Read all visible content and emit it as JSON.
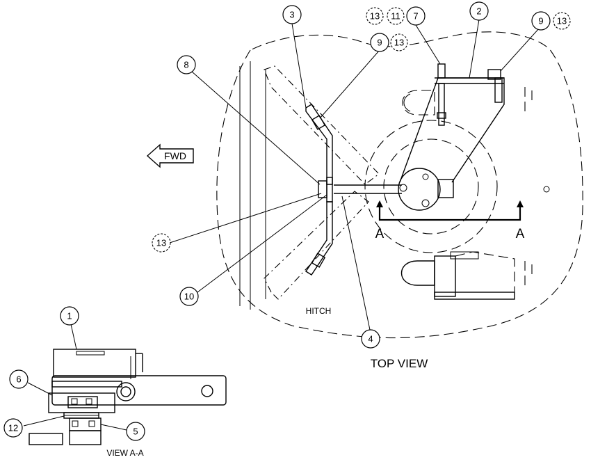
{
  "labels": {
    "fwd": "FWD",
    "hitch": "HITCH",
    "top_view": "TOP VIEW",
    "section_a_left": "A",
    "section_a_right": "A",
    "view_aa": "VIEW A-A"
  },
  "callouts": {
    "c1": "1",
    "c2": "2",
    "c3": "3",
    "c4": "4",
    "c5": "5",
    "c6": "6",
    "c7": "7",
    "c8": "8",
    "c9a": "9",
    "c9b": "9",
    "c10": "10",
    "c11": "11",
    "c12": "12",
    "c13a": "13",
    "c13b": "13",
    "c13c": "13",
    "c13d": "13"
  }
}
